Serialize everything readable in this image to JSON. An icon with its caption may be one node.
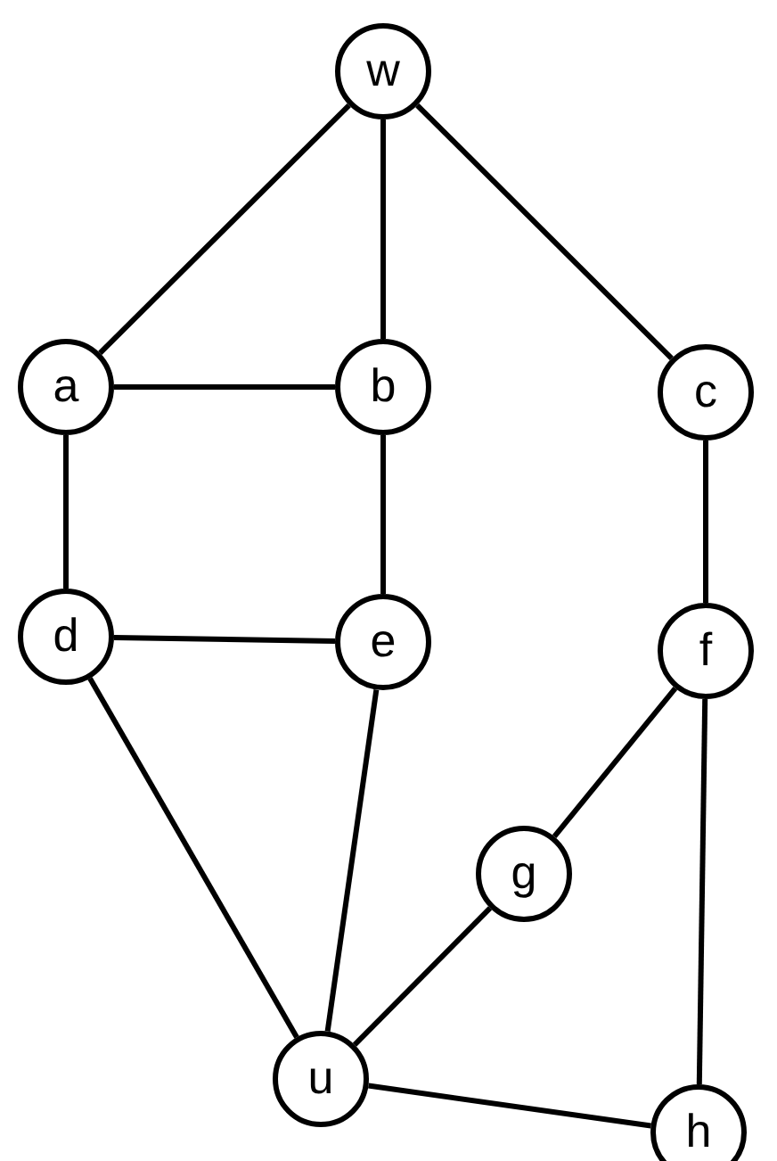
{
  "diagram": {
    "nodes": [
      {
        "text": [
          "w"
        ]
      },
      {
        "text": [
          "a"
        ]
      },
      {
        "text": [
          "b"
        ]
      },
      {
        "text": [
          "c"
        ]
      },
      {
        "text": [
          "d"
        ]
      },
      {
        "text": [
          "e"
        ]
      },
      {
        "text": [
          "f"
        ]
      },
      {
        "text": [
          "g"
        ]
      },
      {
        "text": [
          "u"
        ]
      },
      {
        "text": [
          "h"
        ]
      }
    ],
    "edges": [
      {
        "from": 0,
        "to": 1,
        "arrow": "none"
      },
      {
        "from": 0,
        "to": 2,
        "arrow": "none"
      },
      {
        "from": 0,
        "to": 3,
        "arrow": "none"
      },
      {
        "from": 1,
        "to": 2,
        "arrow": "none"
      },
      {
        "from": 1,
        "to": 4,
        "arrow": "none"
      },
      {
        "from": 2,
        "to": 5,
        "arrow": "none"
      },
      {
        "from": 3,
        "to": 6,
        "arrow": "none"
      },
      {
        "from": 4,
        "to": 5,
        "arrow": "none"
      },
      {
        "from": 4,
        "to": 8,
        "arrow": "none"
      },
      {
        "from": 5,
        "to": 8,
        "arrow": "none"
      },
      {
        "from": 6,
        "to": 7,
        "arrow": "none"
      },
      {
        "from": 6,
        "to": 9,
        "arrow": "none"
      },
      {
        "from": 7,
        "to": 8,
        "arrow": "none"
      },
      {
        "from": 8,
        "to": 9,
        "arrow": "none"
      }
    ]
  }
}
